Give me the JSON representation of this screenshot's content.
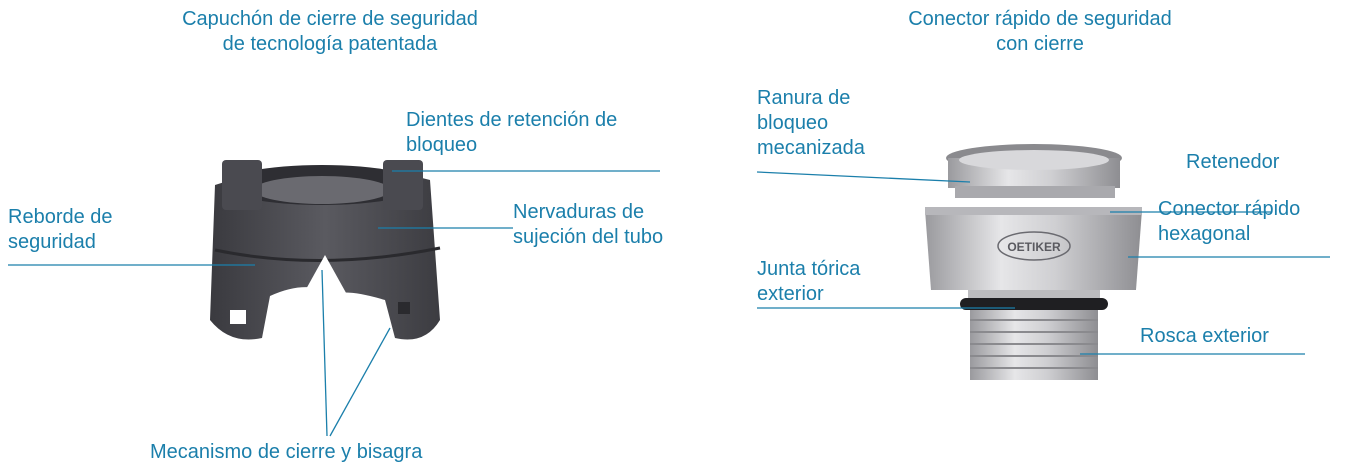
{
  "left": {
    "title": "Capuchón de cierre de seguridad\nde tecnología patentada",
    "labels": {
      "retention_teeth": "Dientes de retención de\nbloqueo",
      "safety_flange": "Reborde de\nseguridad",
      "tube_ribs": "Nervaduras de\nsujeción del tubo",
      "hinge": "Mecanismo de cierre y bisagra"
    }
  },
  "right": {
    "title": "Conector rápido de seguridad\ncon cierre",
    "labels": {
      "groove": "Ranura de\nbloqueo\nmecanizada",
      "retainer": "Retenedor",
      "hex": "Conector rápido\nhexagonal",
      "oring": "Junta tórica\nexterior",
      "thread": "Rosca exterior"
    },
    "brand_mark": "OETIKER"
  },
  "colors": {
    "label": "#1b7fab",
    "cap": "#4a4a4f",
    "metal": "#c9c9cc"
  }
}
